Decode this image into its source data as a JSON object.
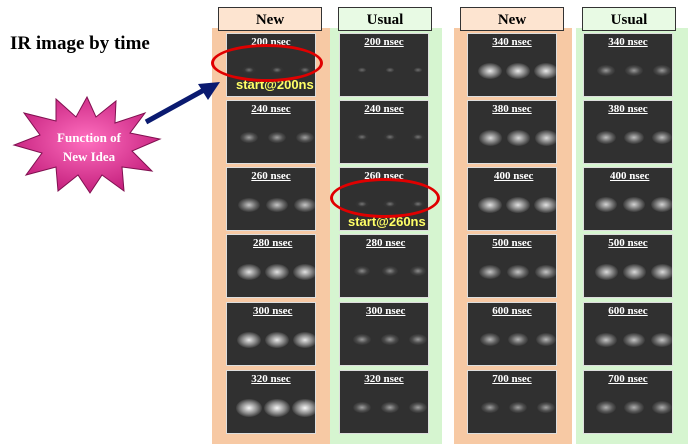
{
  "title": "IR image by time",
  "function_label_line1": "Function of",
  "function_label_line2": "New Idea",
  "start_new": "start@200ns",
  "start_usual": "start@260ns",
  "columns": [
    {
      "header": "New",
      "frames": [
        "200 nsec",
        "240 nsec",
        "260 nsec",
        "280 nsec",
        "300 nsec",
        "320 nsec"
      ]
    },
    {
      "header": "Usual",
      "frames": [
        "200 nsec",
        "240 nsec",
        "260 nsec",
        "280 nsec",
        "300 nsec",
        "320 nsec"
      ]
    },
    {
      "header": "New",
      "frames": [
        "340 nsec",
        "380 nsec",
        "400 nsec",
        "500 nsec",
        "600 nsec",
        "700 nsec"
      ]
    },
    {
      "header": "Usual",
      "frames": [
        "340 nsec",
        "380 nsec",
        "400 nsec",
        "500 nsec",
        "600 nsec",
        "700 nsec"
      ]
    }
  ]
}
